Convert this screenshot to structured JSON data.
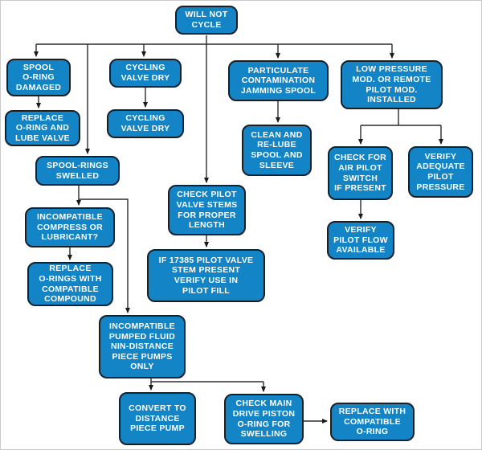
{
  "diagram": {
    "type": "flowchart",
    "title": "Will Not Cycle troubleshooting flowchart",
    "nodes": {
      "will_not_cycle": {
        "label": "WILL NOT\nCYCLE"
      },
      "spool_oring_damaged": {
        "label": "SPOOL\nO-RING\nDAMAGED"
      },
      "replace_oring_lube": {
        "label": "REPLACE\nO-RING AND\nLUBE VALVE"
      },
      "cycling_valve_dry_1": {
        "label": "CYCLING\nVALVE DRY"
      },
      "cycling_valve_dry_2": {
        "label": "CYCLING\nVALVE DRY"
      },
      "spool_rings_swelled": {
        "label": "SPOOL-RINGS\nSWELLED"
      },
      "incompatible_compress": {
        "label": "INCOMPATIBLE\nCOMPRESS OR\nLUBRICANT?"
      },
      "replace_orings_compound": {
        "label": "REPLACE\nO-RINGS WITH\nCOMPATIBLE\nCOMPOUND"
      },
      "check_pilot_stems": {
        "label": "CHECK PILOT\nVALVE STEMS\nFOR PROPER\nLENGTH"
      },
      "if_17385": {
        "label": "IF 17385 PILOT VALVE\nSTEM PRESENT\nVERIFY USE IN\nPILOT FILL"
      },
      "particulate": {
        "label": "PARTICULATE\nCONTAMINATION\nJAMMING SPOOL"
      },
      "clean_relube": {
        "label": "CLEAN AND\nRE-LUBE\nSPOOL AND\nSLEEVE"
      },
      "low_pressure": {
        "label": "LOW PRESSURE\nMOD. OR REMOTE\nPILOT MOD.\nINSTALLED"
      },
      "check_air_pilot": {
        "label": "CHECK FOR\nAIR PILOT\nSWITCH\nIF PRESENT"
      },
      "verify_adequate": {
        "label": "VERIFY\nADEQUATE\nPILOT\nPRESSURE"
      },
      "verify_pilot_flow": {
        "label": "VERIFY\nPILOT FLOW\nAVAILABLE"
      },
      "incompatible_pumped": {
        "label": "INCOMPATIBLE\nPUMPED FLUID\nNIN-DISTANCE\nPIECE PUMPS\nONLY"
      },
      "convert_distance": {
        "label": "CONVERT TO\nDISTANCE\nPIECE PUMP"
      },
      "check_main_drive": {
        "label": "CHECK MAIN\nDRIVE PISTON\nO-RING FOR\nSWELLING"
      },
      "replace_compatible_oring": {
        "label": "REPLACE WITH\nCOMPATIBLE\nO-RING"
      }
    },
    "edges": [
      {
        "from": "will_not_cycle",
        "to": "spool_oring_damaged"
      },
      {
        "from": "will_not_cycle",
        "to": "spool_rings_swelled"
      },
      {
        "from": "will_not_cycle",
        "to": "cycling_valve_dry_1"
      },
      {
        "from": "will_not_cycle",
        "to": "check_pilot_stems"
      },
      {
        "from": "will_not_cycle",
        "to": "particulate"
      },
      {
        "from": "will_not_cycle",
        "to": "low_pressure"
      },
      {
        "from": "spool_oring_damaged",
        "to": "replace_oring_lube"
      },
      {
        "from": "cycling_valve_dry_1",
        "to": "cycling_valve_dry_2"
      },
      {
        "from": "spool_rings_swelled",
        "to": "incompatible_compress"
      },
      {
        "from": "spool_rings_swelled",
        "to": "incompatible_pumped"
      },
      {
        "from": "incompatible_compress",
        "to": "replace_orings_compound"
      },
      {
        "from": "check_pilot_stems",
        "to": "if_17385"
      },
      {
        "from": "particulate",
        "to": "clean_relube"
      },
      {
        "from": "low_pressure",
        "to": "check_air_pilot"
      },
      {
        "from": "low_pressure",
        "to": "verify_adequate"
      },
      {
        "from": "check_air_pilot",
        "to": "verify_pilot_flow"
      },
      {
        "from": "incompatible_pumped",
        "to": "convert_distance"
      },
      {
        "from": "incompatible_pumped",
        "to": "check_main_drive"
      },
      {
        "from": "check_main_drive",
        "to": "replace_compatible_oring"
      }
    ]
  },
  "colors": {
    "node_fill": "#1385c7",
    "node_border": "#16202a",
    "node_text": "#ffffff",
    "connector": "#2b2b2b",
    "background": "#ffffff"
  }
}
